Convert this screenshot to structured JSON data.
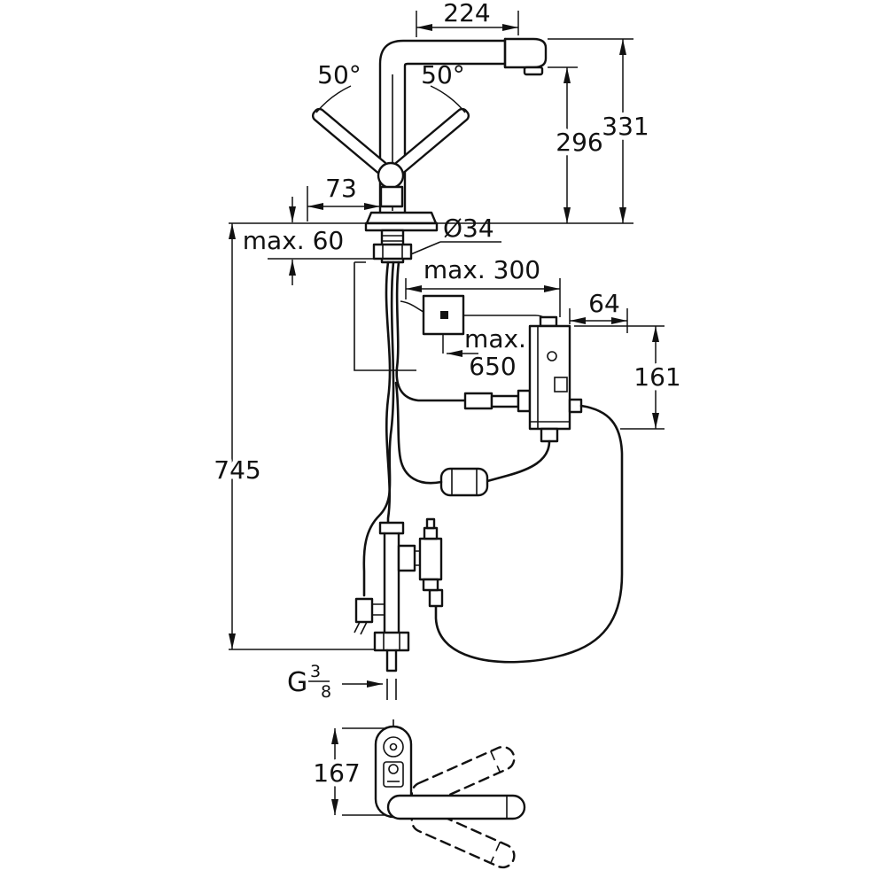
{
  "page": {
    "background": "#ffffff",
    "ink": "#111111"
  },
  "side_view": {
    "spout_reach": "224",
    "lever_angle_left": "50°",
    "lever_angle_right": "50°",
    "outlet_height": "296",
    "overall_height": "331",
    "lever_offset": "73",
    "deck_thickness": "max. 60",
    "hole_diameter": "Ø34",
    "control_box_offset": "max. 300",
    "control_box_depth": "64",
    "cable_length_label": "max.",
    "cable_length_value": "650",
    "control_box_height": "161",
    "under_counter_height": "745",
    "thread": {
      "prefix": "G",
      "numerator": "3",
      "denominator": "8"
    }
  },
  "plan_view": {
    "base_length": "167"
  }
}
